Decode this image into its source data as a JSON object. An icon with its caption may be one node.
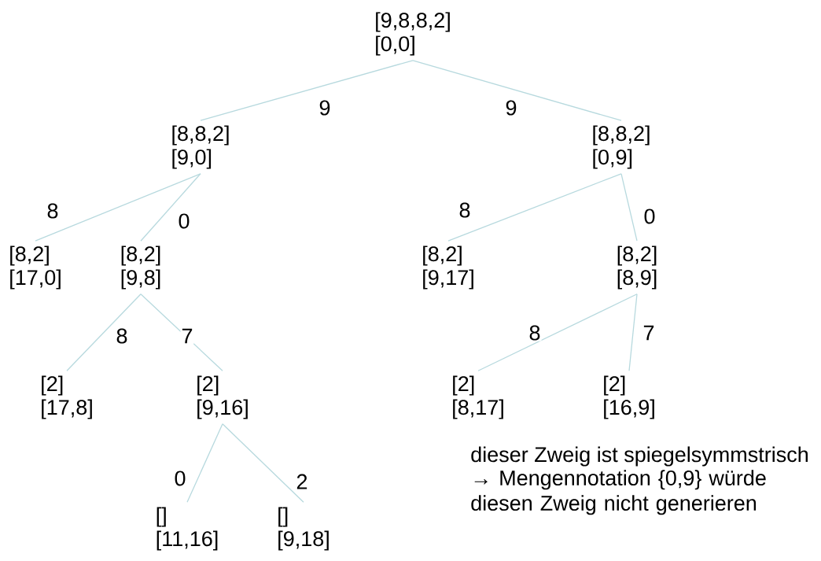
{
  "diagram": {
    "nodes": [
      {
        "text": [
          "[9,8,8,2]",
          "[0,0]"
        ]
      },
      {
        "text": [
          "[8,8,2]",
          "[9,0]"
        ]
      },
      {
        "text": [
          "[8,8,2]",
          "[0,9]"
        ]
      },
      {
        "text": [
          "[8,2]",
          "[17,0]"
        ]
      },
      {
        "text": [
          "[8,2]",
          "[9,8]"
        ]
      },
      {
        "text": [
          "[8,2]",
          "[9,17]"
        ]
      },
      {
        "text": [
          "[8,2]",
          "[8,9]"
        ]
      },
      {
        "text": [
          "[2]",
          "[17,8]"
        ]
      },
      {
        "text": [
          "[2]",
          "[9,16]"
        ]
      },
      {
        "text": [
          "[2]",
          "[8,17]"
        ]
      },
      {
        "text": [
          "[2]",
          "[16,9]"
        ]
      },
      {
        "text": [
          "[]",
          "[11,16]"
        ]
      },
      {
        "text": [
          "[]",
          "[9,18]"
        ]
      }
    ],
    "edges": [
      {
        "from": 0,
        "to": 1,
        "arrow": "none",
        "label": "9"
      },
      {
        "from": 0,
        "to": 2,
        "arrow": "none",
        "label": "9"
      },
      {
        "from": 1,
        "to": 3,
        "arrow": "none",
        "label": "8"
      },
      {
        "from": 1,
        "to": 4,
        "arrow": "none",
        "label": "0"
      },
      {
        "from": 2,
        "to": 5,
        "arrow": "none",
        "label": "8"
      },
      {
        "from": 2,
        "to": 6,
        "arrow": "none",
        "label": "0"
      },
      {
        "from": 4,
        "to": 7,
        "arrow": "none",
        "label": "8"
      },
      {
        "from": 4,
        "to": 8,
        "arrow": "none",
        "label": "7"
      },
      {
        "from": 6,
        "to": 9,
        "arrow": "none",
        "label": "8"
      },
      {
        "from": 6,
        "to": 10,
        "arrow": "none",
        "label": "7"
      },
      {
        "from": 8,
        "to": 11,
        "arrow": "none",
        "label": "0"
      },
      {
        "from": 8,
        "to": 12,
        "arrow": "none",
        "label": "2"
      }
    ],
    "labels": [
      "dieser Zweig ist spiegelsymmstrisch",
      "→ Mengennotation {0,9} würde diesen Zweig nicht generieren"
    ]
  }
}
